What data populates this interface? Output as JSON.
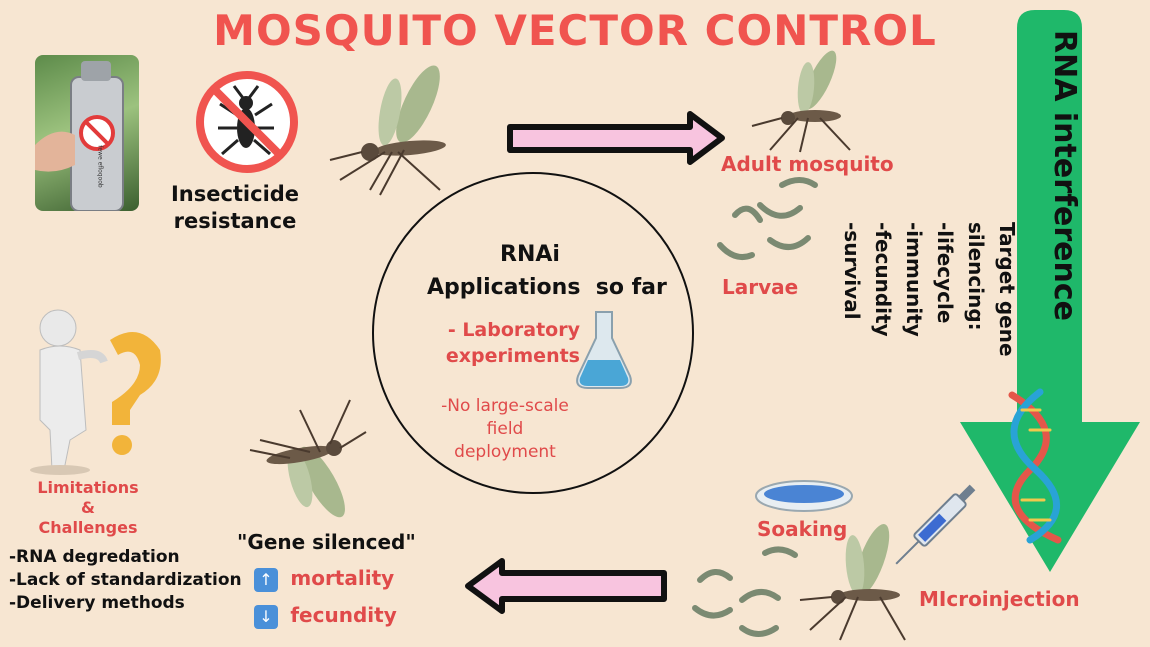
{
  "title": "MOSQUITO VECTOR CONTROL",
  "insecticide": {
    "line1": "Insecticide",
    "line2": "resistance"
  },
  "cycle": {
    "adult": "Adult mosquito",
    "larvae": "Larvae",
    "soaking": "Soaking",
    "microinjection": "MIcroinjection"
  },
  "rna": {
    "title": "RNA interference",
    "target": [
      "Target gene",
      "silencing:",
      "-lifecycle",
      "-immunity",
      "-fecundity",
      "-survival"
    ]
  },
  "center": {
    "heading1": "RNAi",
    "heading2": "Applications  so far",
    "lab1": "- Laboratory",
    "lab2": "experiments",
    "field1": "-No large-scale",
    "field2": "field",
    "field3": "deployment"
  },
  "gene": {
    "quote": "\"Gene silenced\"",
    "mortality": "mortality",
    "fecundity": "fecundity",
    "up_icon": "⬆️",
    "down_icon": "⬇️"
  },
  "limits": {
    "line1": "Limitations",
    "line2": "&",
    "line3": "Challenges",
    "items": [
      "-RNA degredation",
      "-Lack of standardization",
      "-Delivery methods"
    ]
  },
  "spray_label": "fewe efloqoob",
  "colors": {
    "title": "#f0544f",
    "accent_red": "#e04a4a",
    "green_arrow": "#1fb86a",
    "pink_arrow": "#f8c4df",
    "background": "#f7e6d2"
  }
}
